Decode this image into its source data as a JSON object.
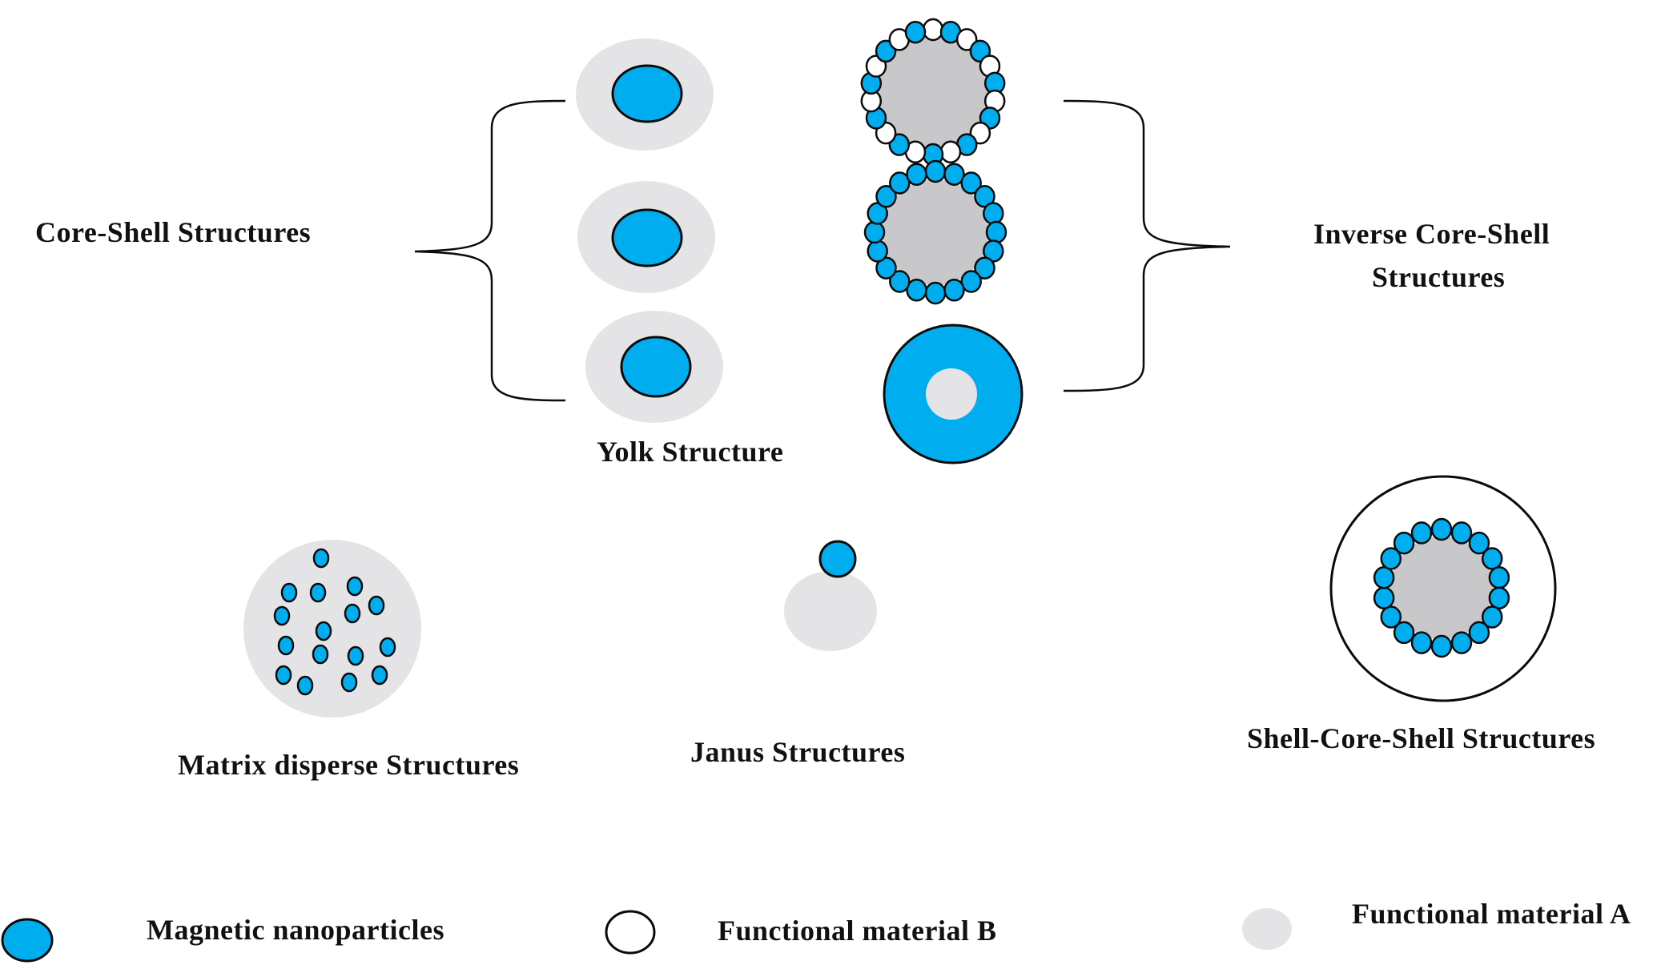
{
  "colors": {
    "magnetic": "#00AEEF",
    "functional_a": "#E4E4E6",
    "core_grey": "#C8C8CA",
    "functional_b": "#FFFFFF",
    "outline": "#0B0B0B"
  },
  "labels": {
    "core_shell": "Core-Shell  Structures",
    "inverse_line1": "Inverse  Core-Shell",
    "inverse_line2": "Structures",
    "yolk": "Yolk Structure",
    "matrix": "Matrix  disperse  Structures",
    "janus": "Janus Structures",
    "shell_core_shell": "Shell-Core-Shell  Structures"
  },
  "legend": {
    "magnetic": "Magnetic nanoparticles",
    "functional_b": "Functional  material  B",
    "functional_a": "Functional  material  A"
  }
}
